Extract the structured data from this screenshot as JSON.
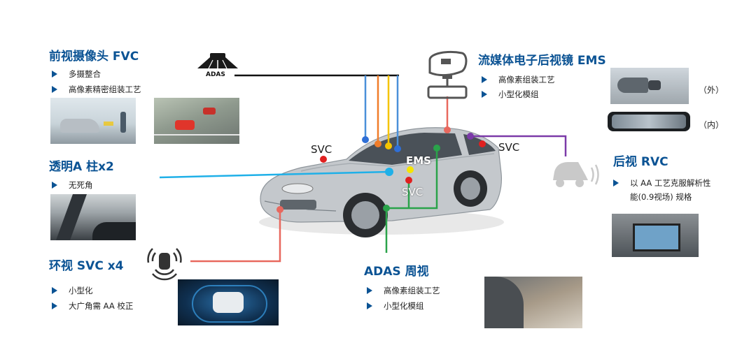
{
  "fvc": {
    "title": "前视摄像头 FVC",
    "items": [
      "多摄整合",
      "高像素精密组装工艺"
    ]
  },
  "pillar": {
    "title": "透明A 柱x2",
    "items": [
      "无死角"
    ]
  },
  "svc": {
    "title": "环视 SVC x4",
    "items": [
      "小型化",
      "大广角需 AA 校正"
    ]
  },
  "ems": {
    "title": "流媒体电子后视镜 EMS",
    "items": [
      "高像素组装工艺",
      "小型化模组"
    ],
    "outer": "（外）",
    "inner": "（内）"
  },
  "rvc": {
    "title": "后视 RVC",
    "items": [
      "以 AA 工艺克服解析性",
      "能(0.9视场) 规格"
    ]
  },
  "adas_surround": {
    "title": "ADAS 周视",
    "items": [
      "高像素组装工艺",
      "小型化模组"
    ]
  },
  "car_labels": {
    "adas": "ADAS",
    "svc_left": "SVC",
    "svc_right": "SVC",
    "svc_mid": "SVC",
    "ems": "EMS"
  },
  "colors": {
    "title_blue": "#0b5394",
    "line_black": "#111111",
    "line_blue": "#4a90d9",
    "line_orange": "#f07d2a",
    "line_yellow": "#f5c400",
    "line_cyan": "#1fb0e8",
    "line_red": "#e8685e",
    "line_green": "#2aa34a",
    "line_purple": "#7b3aa8"
  }
}
